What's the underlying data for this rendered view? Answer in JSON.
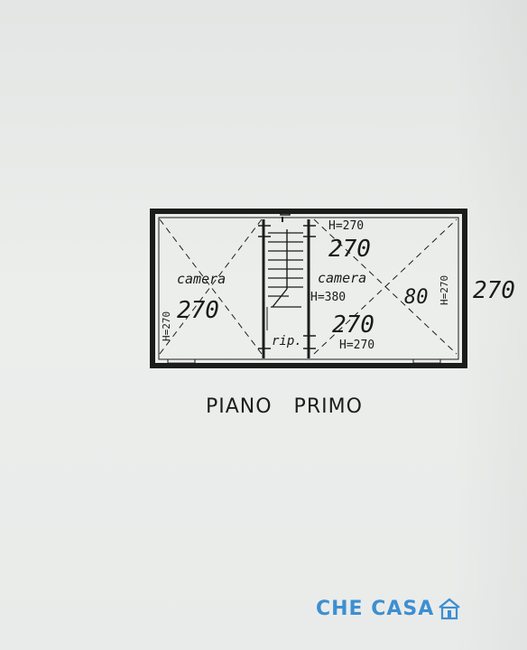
{
  "plan": {
    "title": "PIANO   PRIMO",
    "rooms": {
      "left_room": "camera",
      "right_room": "camera",
      "landing": "rip."
    },
    "heights": {
      "left_wall": "H=270",
      "top_right": "H=270",
      "center": "H=380",
      "bottom_right": "H=270",
      "right_wall": "H=270"
    },
    "handwritten": {
      "left_mark": "270",
      "top_right_mark": "270",
      "bottom_right_mark": "270",
      "right_circle_mark": "80",
      "outside_right_mark": "270"
    }
  },
  "watermark": {
    "brand": "CHE CASA",
    "icon": "house-icon",
    "color": "#3d8fd1"
  }
}
